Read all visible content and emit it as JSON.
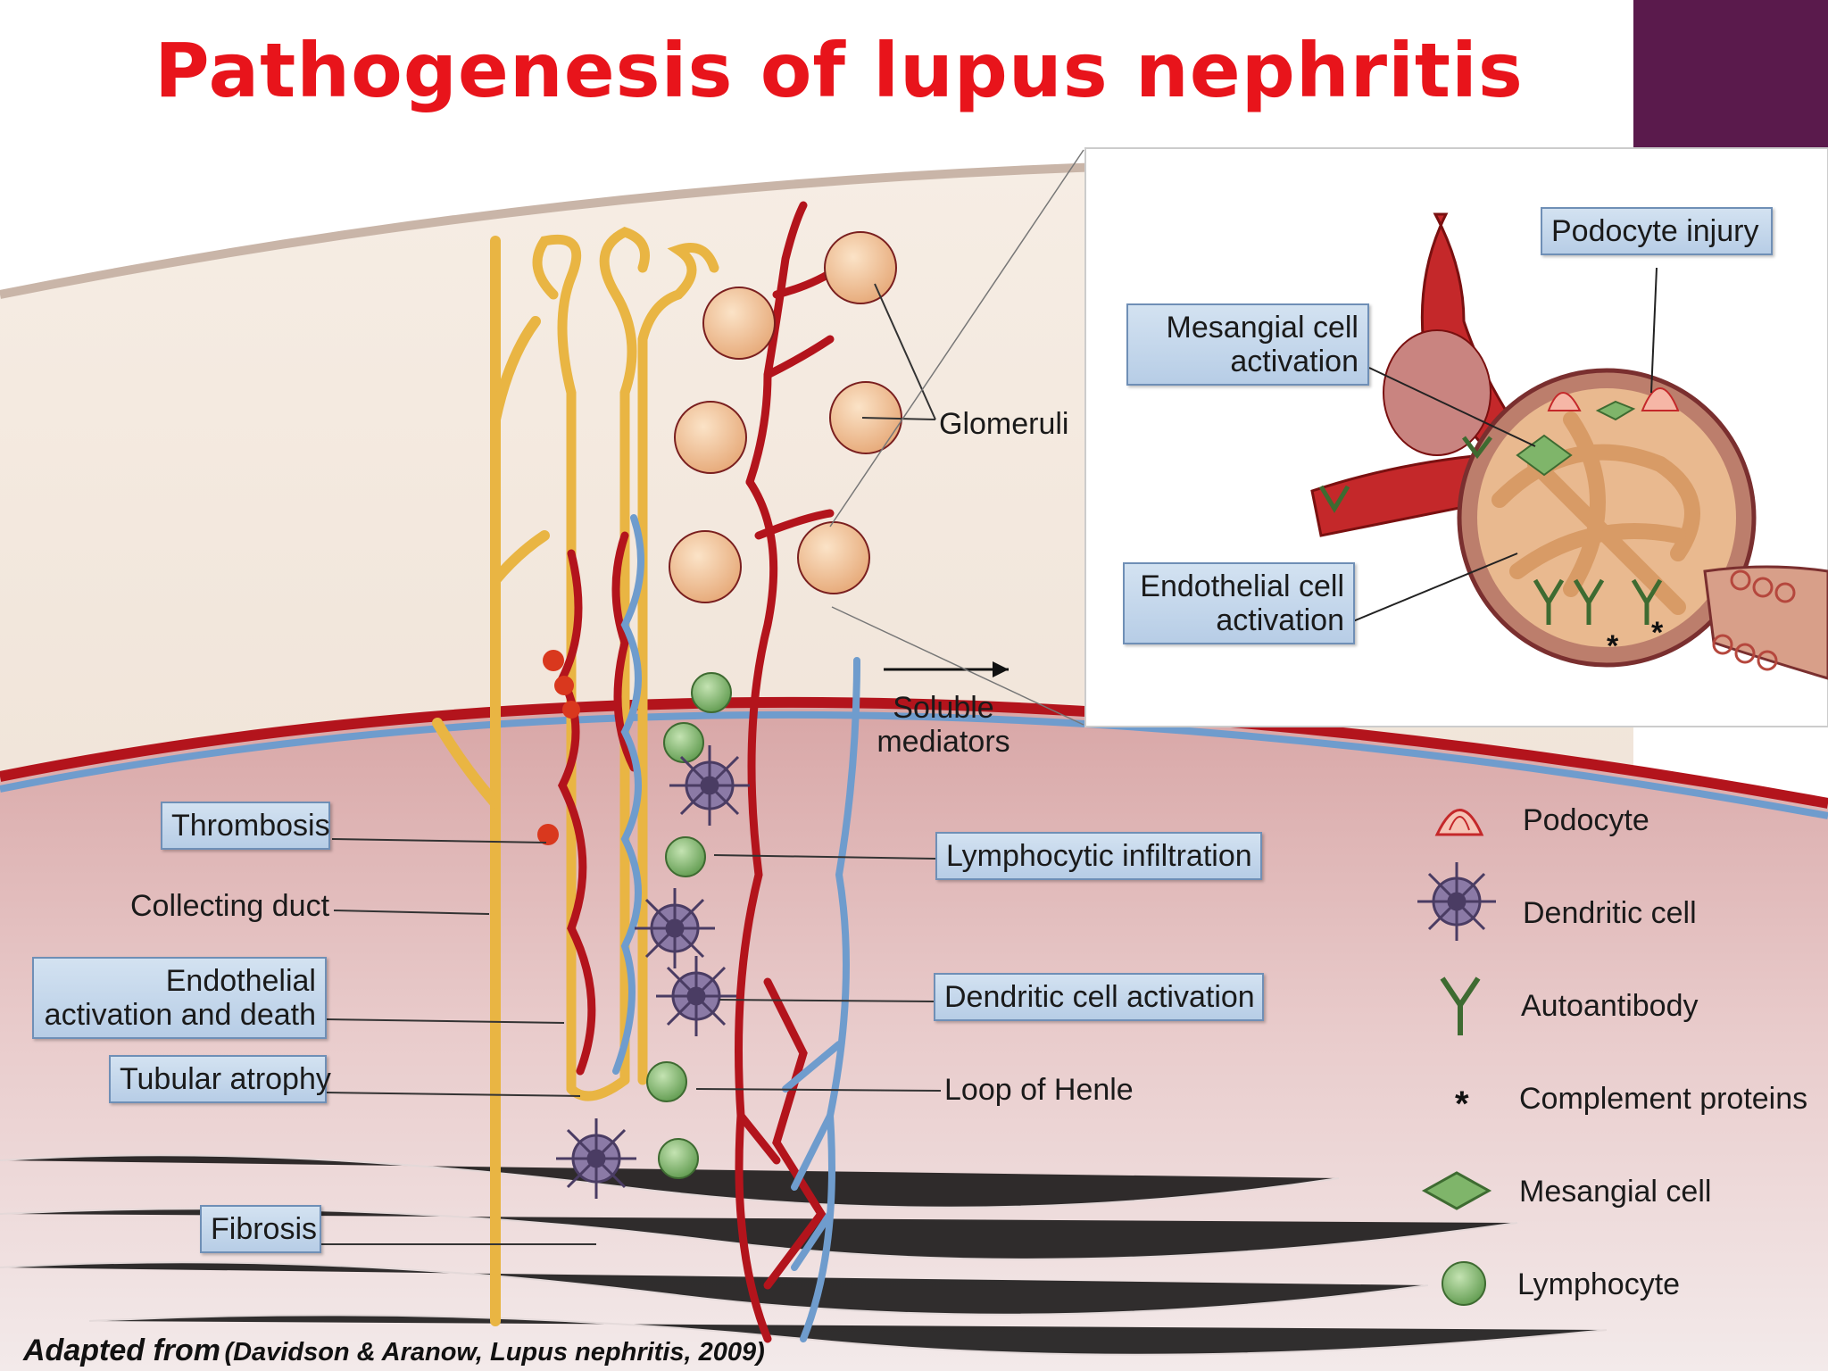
{
  "title": "Pathogenesis of lupus nephritis",
  "labels": {
    "glomeruli": "Glomeruli",
    "soluble_mediators": "Soluble mediators",
    "thrombosis": "Thrombosis",
    "collecting_duct": "Collecting duct",
    "endothelial_activation": "Endothelial activation and death",
    "tubular_atrophy": "Tubular atrophy",
    "fibrosis": "Fibrosis",
    "lymphocytic_infiltration": "Lymphocytic infiltration",
    "dendritic_cell_activation": "Dendritic cell activation",
    "loop_of_henle": "Loop of Henle",
    "podocyte_injury": "Podocyte injury",
    "mesangial_cell_activation": "Mesangial cell activation",
    "endothelial_cell_activation": "Endothelial cell activation"
  },
  "legend": [
    {
      "icon": "podocyte-icon",
      "label": "Podocyte"
    },
    {
      "icon": "dendritic-cell-icon",
      "label": "Dendritic cell"
    },
    {
      "icon": "autoantibody-icon",
      "label": "Autoantibody"
    },
    {
      "icon": "complement-icon",
      "label": "Complement proteins"
    },
    {
      "icon": "mesangial-cell-icon",
      "label": "Mesangial cell"
    },
    {
      "icon": "lymphocyte-icon",
      "label": "Lymphocyte"
    }
  ],
  "citation": {
    "prefix": "Adapted from",
    "source": "(Davidson & Aranow, Lupus nephritis, 2009)"
  },
  "colors": {
    "title": "#e8141b",
    "tubule": "#f2c154",
    "artery": "#b3141c",
    "vein": "#6f9ccd",
    "glomerulus": "#f0c79a",
    "lymphocyte": "#7fb56a",
    "dendritic": "#8b7aa6",
    "label_box": "#c2d5ea",
    "slide_accent": "#5a1a4c"
  }
}
